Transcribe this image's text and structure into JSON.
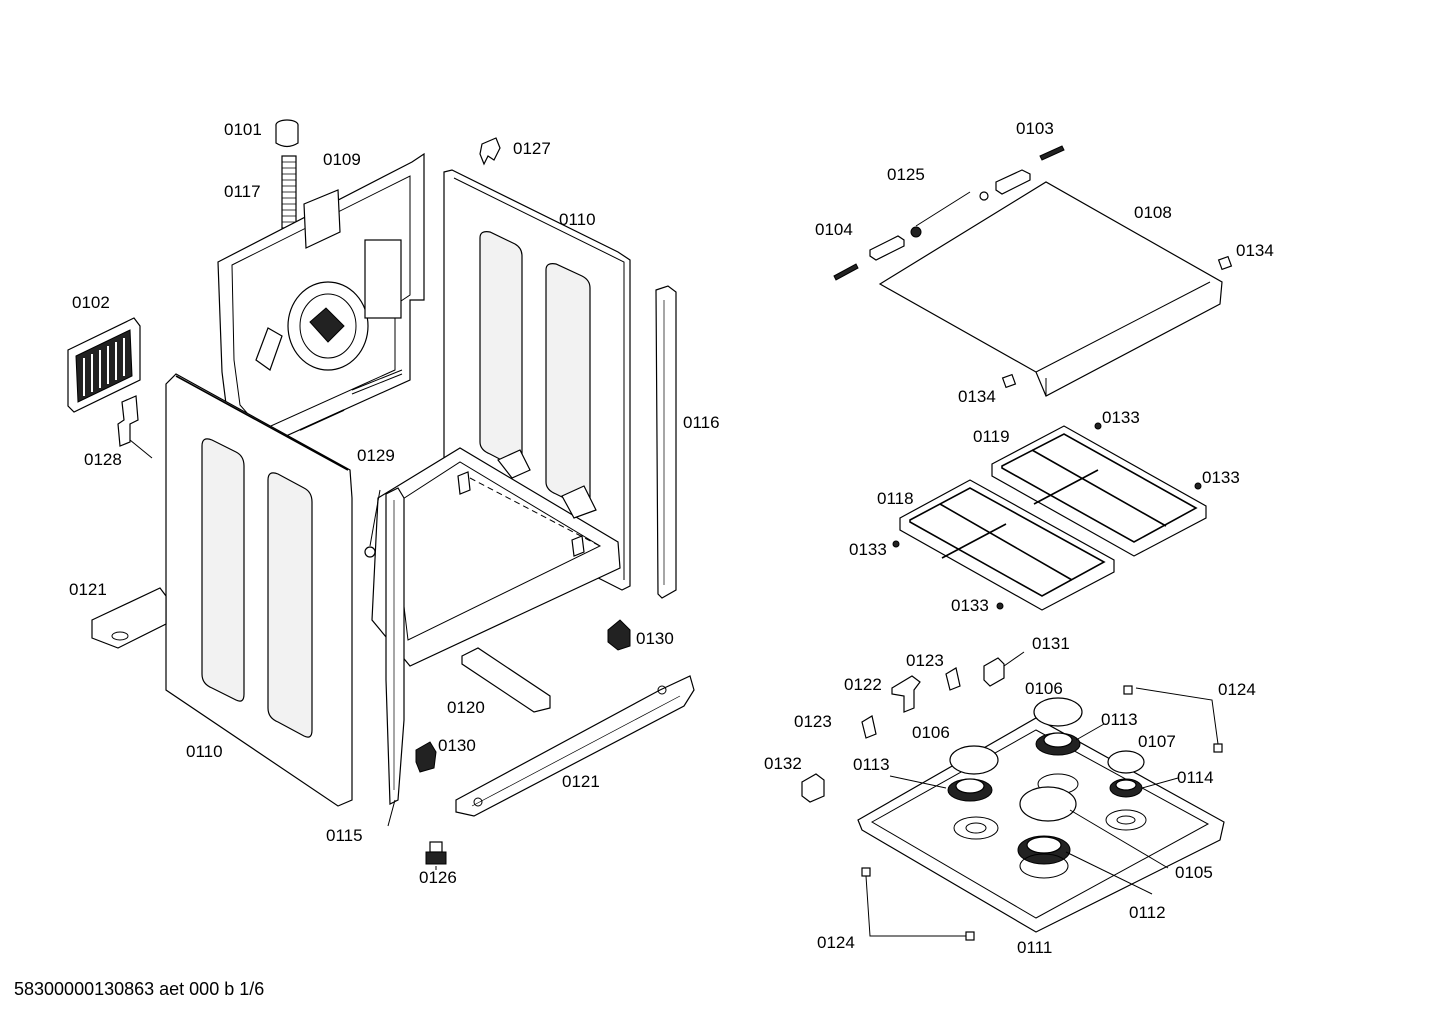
{
  "footer": "58300000130863 aet 000 b 1/6",
  "labels": [
    "0101",
    "0109",
    "0117",
    "0127",
    "0110",
    "0102",
    "0128",
    "0129",
    "0116",
    "0121",
    "0130",
    "0120",
    "0110",
    "0130",
    "0115",
    "0121",
    "0126",
    "0103",
    "0125",
    "0108",
    "0104",
    "0134",
    "0134",
    "0133",
    "0119",
    "0133",
    "0118",
    "0133",
    "0133",
    "0131",
    "0123",
    "0122",
    "0106",
    "0124",
    "0123",
    "0113",
    "0106",
    "0107",
    "0132",
    "0113",
    "0114",
    "0105",
    "0112",
    "0124",
    "0111"
  ]
}
